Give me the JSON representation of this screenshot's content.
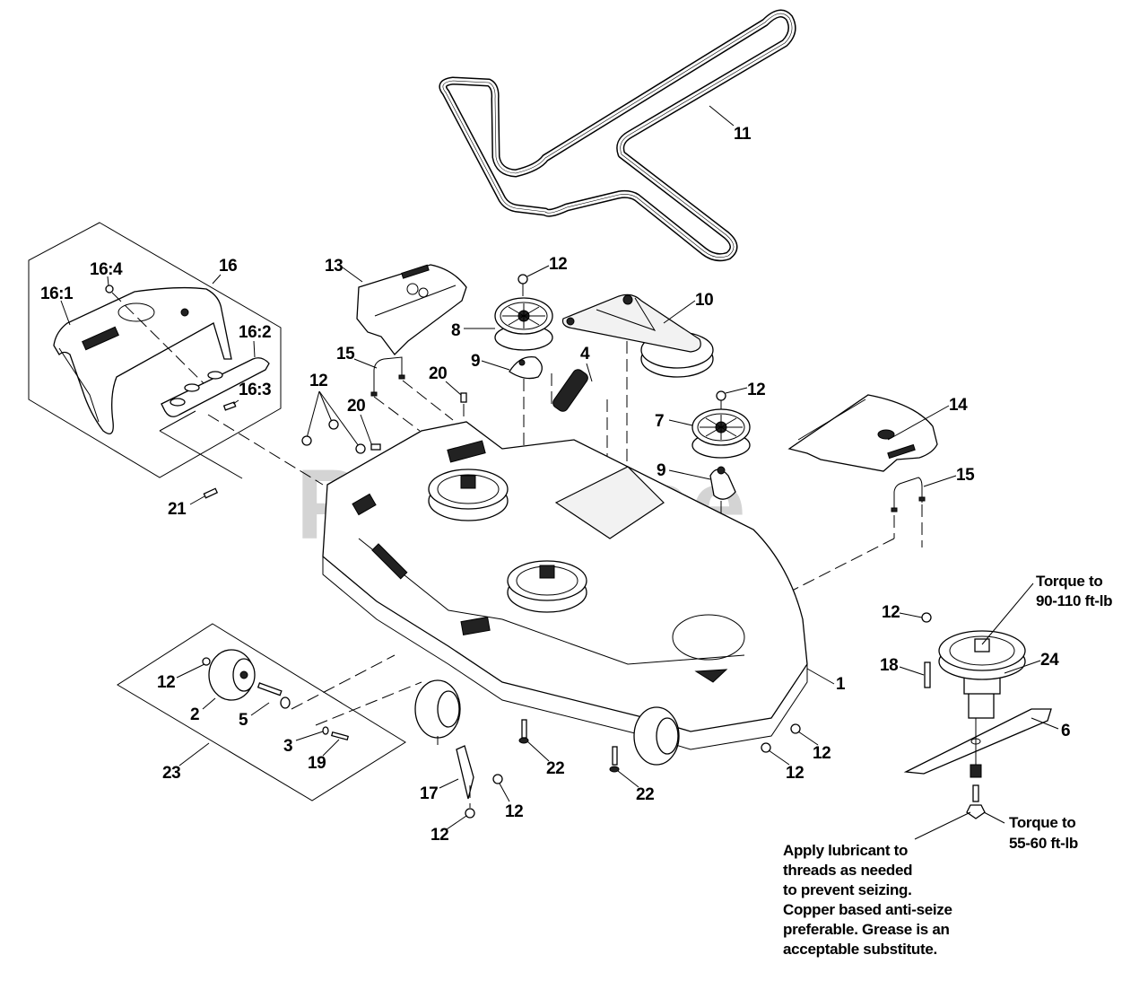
{
  "diagram": {
    "type": "exploded-parts-diagram",
    "subject": "Mower deck assembly",
    "watermark": "PartsTree",
    "callouts": [
      {
        "id": "c-11",
        "label": "11",
        "part": "belt"
      },
      {
        "id": "c-16",
        "label": "16",
        "part": "deck-cover-assembly"
      },
      {
        "id": "c-16-1",
        "label": "16:1",
        "part": "deck-cover"
      },
      {
        "id": "c-16-2",
        "label": "16:2",
        "part": "cover-bracket"
      },
      {
        "id": "c-16-3",
        "label": "16:3",
        "part": "cover-bolt"
      },
      {
        "id": "c-16-4",
        "label": "16:4",
        "part": "cover-nut"
      },
      {
        "id": "c-21",
        "label": "21",
        "part": "carriage-bolt"
      },
      {
        "id": "c-13",
        "label": "13",
        "part": "left-belt-cover"
      },
      {
        "id": "c-12a",
        "label": "12",
        "part": "flange-nut"
      },
      {
        "id": "c-10",
        "label": "10",
        "part": "idler-arm-assembly"
      },
      {
        "id": "c-8",
        "label": "8",
        "part": "idler-pulley"
      },
      {
        "id": "c-9a",
        "label": "9",
        "part": "pulley-spacer"
      },
      {
        "id": "c-4",
        "label": "4",
        "part": "spring"
      },
      {
        "id": "c-15a",
        "label": "15",
        "part": "cover-rod"
      },
      {
        "id": "c-20a",
        "label": "20",
        "part": "bolt"
      },
      {
        "id": "c-12b",
        "label": "12",
        "part": "flange-nut"
      },
      {
        "id": "c-20b",
        "label": "20",
        "part": "bolt"
      },
      {
        "id": "c-12c",
        "label": "12",
        "part": "flange-nut"
      },
      {
        "id": "c-7",
        "label": "7",
        "part": "idler-pulley"
      },
      {
        "id": "c-9b",
        "label": "9",
        "part": "pulley-spacer"
      },
      {
        "id": "c-14",
        "label": "14",
        "part": "right-belt-cover"
      },
      {
        "id": "c-15b",
        "label": "15",
        "part": "cover-rod"
      },
      {
        "id": "c-12d",
        "label": "12",
        "part": "flange-nut"
      },
      {
        "id": "c-18",
        "label": "18",
        "part": "spindle-bolt"
      },
      {
        "id": "c-24",
        "label": "24",
        "part": "spindle-assembly"
      },
      {
        "id": "c-6",
        "label": "6",
        "part": "blade"
      },
      {
        "id": "c-1",
        "label": "1",
        "part": "deck-housing"
      },
      {
        "id": "c-12e",
        "label": "12",
        "part": "flange-nut"
      },
      {
        "id": "c-12f",
        "label": "12",
        "part": "flange-nut"
      },
      {
        "id": "c-12g",
        "label": "12",
        "part": "flange-nut"
      },
      {
        "id": "c-2",
        "label": "2",
        "part": "gauge-wheel"
      },
      {
        "id": "c-5",
        "label": "5",
        "part": "wheel-bolt"
      },
      {
        "id": "c-3",
        "label": "3",
        "part": "spacer"
      },
      {
        "id": "c-19",
        "label": "19",
        "part": "bolt"
      },
      {
        "id": "c-23",
        "label": "23",
        "part": "wheel-kit"
      },
      {
        "id": "c-17",
        "label": "17",
        "part": "bracket"
      },
      {
        "id": "c-12h",
        "label": "12",
        "part": "flange-nut"
      },
      {
        "id": "c-12i",
        "label": "12",
        "part": "flange-nut"
      },
      {
        "id": "c-22a",
        "label": "22",
        "part": "bolt"
      },
      {
        "id": "c-22b",
        "label": "22",
        "part": "bolt"
      }
    ],
    "notes": {
      "spindle_torque": [
        "Torque to",
        "90-110 ft-lb"
      ],
      "blade_torque": [
        "Torque to",
        "55-60 ft-lb"
      ],
      "lubricant": [
        "Apply lubricant to",
        "threads as needed",
        "to prevent seizing.",
        "Copper based anti-seize",
        "preferable. Grease is an",
        "acceptable substitute."
      ]
    }
  }
}
